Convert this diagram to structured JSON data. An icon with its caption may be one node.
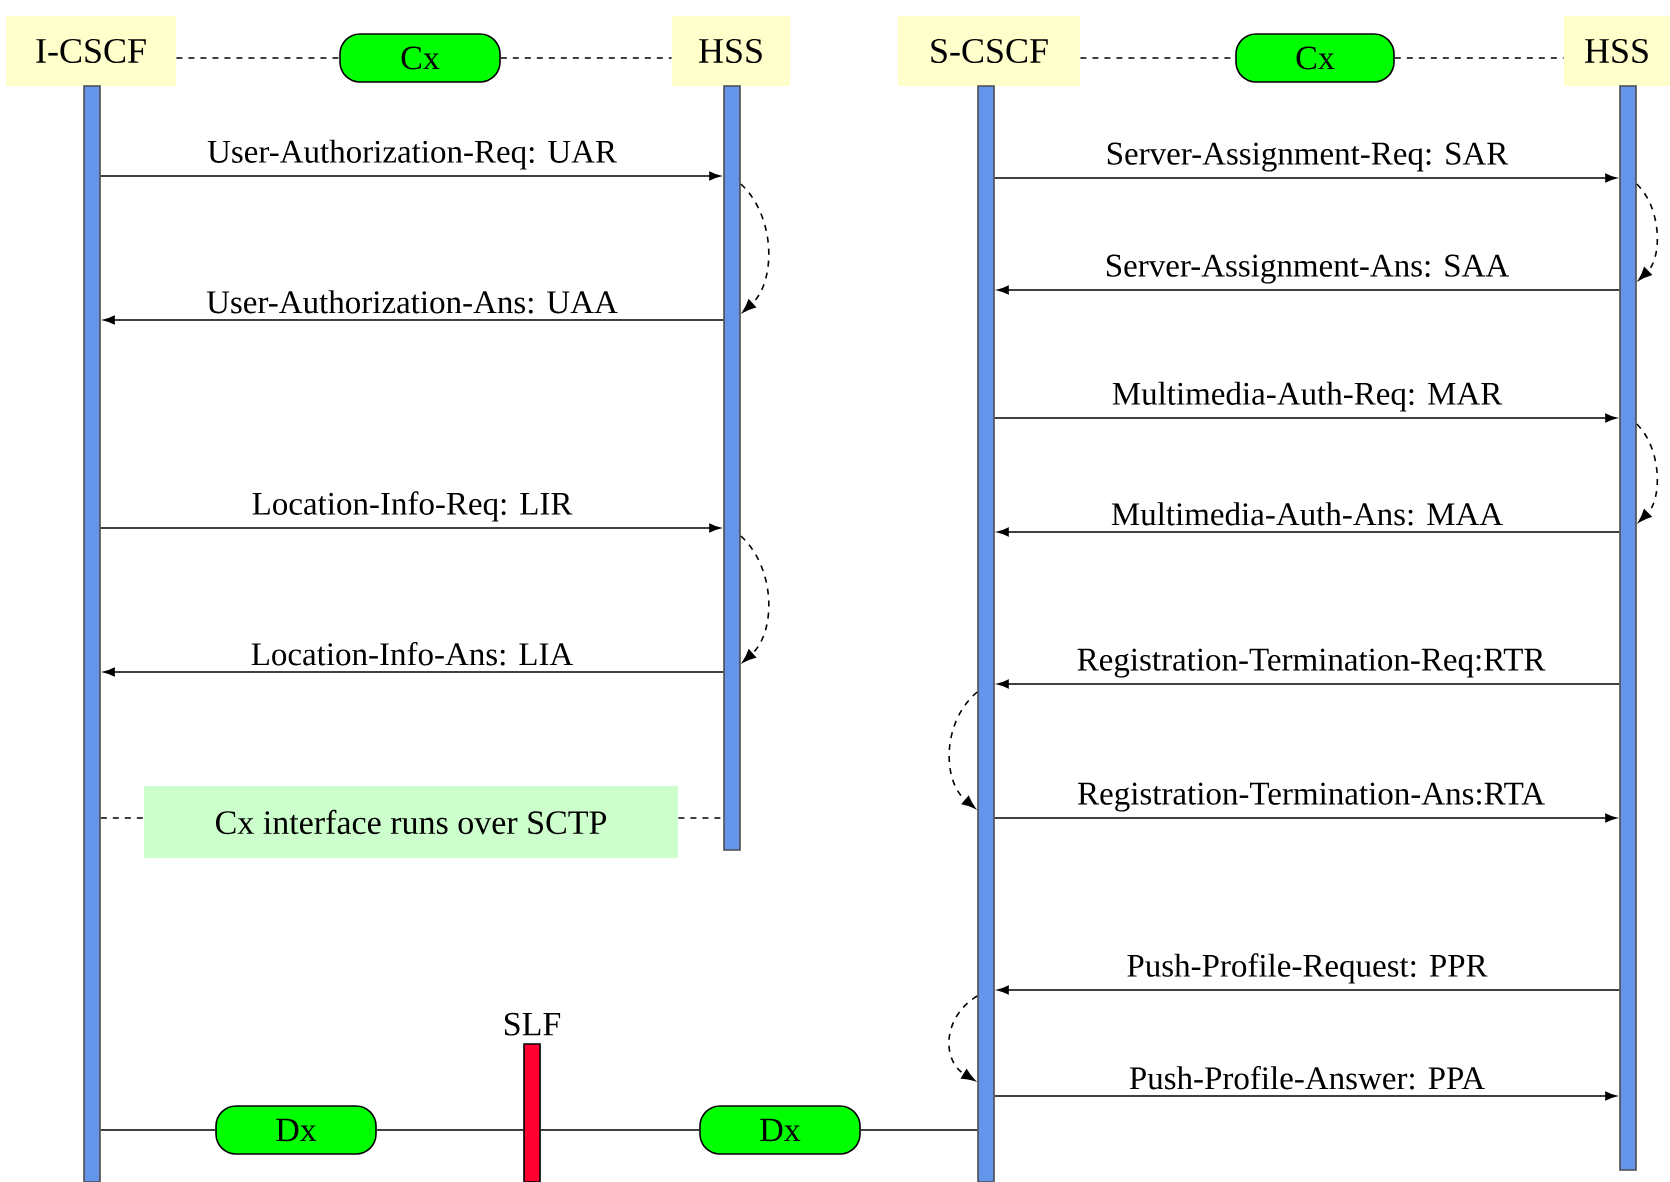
{
  "diagram": {
    "nodes": [
      {
        "text": [
          "I-CSCF"
        ]
      },
      {
        "text": [
          "Cx"
        ]
      },
      {
        "text": [
          "HSS"
        ]
      },
      {
        "text": [
          "S-CSCF"
        ]
      },
      {
        "text": [
          "Cx"
        ]
      },
      {
        "text": [
          "HSS"
        ]
      },
      {
        "text": [],
        "shape": "bar"
      },
      {
        "text": [],
        "shape": "bar"
      },
      {
        "text": [],
        "shape": "bar"
      },
      {
        "text": [],
        "shape": "bar"
      },
      {
        "text": [
          "Cx interface runs over SCTP"
        ]
      },
      {
        "text": [
          "SLF"
        ]
      },
      {
        "text": [
          "Dx"
        ]
      },
      {
        "text": [
          "Dx"
        ]
      }
    ],
    "edges": [
      {
        "from": 0,
        "to": 1,
        "arrow": "none",
        "style": "dashed"
      },
      {
        "from": 1,
        "to": 2,
        "arrow": "none",
        "style": "dashed"
      },
      {
        "from": 3,
        "to": 4,
        "arrow": "none",
        "style": "dashed"
      },
      {
        "from": 4,
        "to": 5,
        "arrow": "none",
        "style": "dashed"
      },
      {
        "from": 6,
        "to": 7,
        "arrow": "to",
        "label": "User-Authorization-Req: UAR"
      },
      {
        "from": 7,
        "to": 6,
        "arrow": "to",
        "label": "User-Authorization-Ans: UAA"
      },
      {
        "from": 7,
        "to": 7,
        "arrow": "to",
        "style": "dashed"
      },
      {
        "from": 6,
        "to": 7,
        "arrow": "to",
        "label": "Location-Info-Req: LIR"
      },
      {
        "from": 7,
        "to": 6,
        "arrow": "to",
        "label": "Location-Info-Ans: LIA"
      },
      {
        "from": 7,
        "to": 7,
        "arrow": "to",
        "style": "dashed"
      },
      {
        "from": 8,
        "to": 9,
        "arrow": "to",
        "label": "Server-Assignment-Req: SAR"
      },
      {
        "from": 9,
        "to": 8,
        "arrow": "to",
        "label": "Server-Assignment-Ans: SAA"
      },
      {
        "from": 9,
        "to": 9,
        "arrow": "to",
        "style": "dashed"
      },
      {
        "from": 8,
        "to": 9,
        "arrow": "to",
        "label": "Multimedia-Auth-Req: MAR"
      },
      {
        "from": 9,
        "to": 8,
        "arrow": "to",
        "label": "Multimedia-Auth-Ans: MAA"
      },
      {
        "from": 9,
        "to": 9,
        "arrow": "to",
        "style": "dashed"
      },
      {
        "from": 9,
        "to": 8,
        "arrow": "to",
        "label": "Registration-Termination-Req:RTR"
      },
      {
        "from": 8,
        "to": 8,
        "arrow": "to",
        "style": "dashed"
      },
      {
        "from": 8,
        "to": 9,
        "arrow": "to",
        "label": "Registration-Termination-Ans:RTA"
      },
      {
        "from": 9,
        "to": 8,
        "arrow": "to",
        "label": "Push-Profile-Request: PPR"
      },
      {
        "from": 8,
        "to": 8,
        "arrow": "to",
        "style": "dashed"
      },
      {
        "from": 8,
        "to": 9,
        "arrow": "to",
        "label": "Push-Profile-Answer: PPA"
      },
      {
        "from": 6,
        "to": 10,
        "arrow": "none",
        "style": "dashed"
      },
      {
        "from": 10,
        "to": 7,
        "arrow": "none",
        "style": "dashed"
      },
      {
        "from": 6,
        "to": 12,
        "arrow": "none"
      },
      {
        "from": 12,
        "to": 11,
        "arrow": "none"
      },
      {
        "from": 11,
        "to": 13,
        "arrow": "none"
      },
      {
        "from": 13,
        "to": 8,
        "arrow": "none"
      }
    ]
  }
}
